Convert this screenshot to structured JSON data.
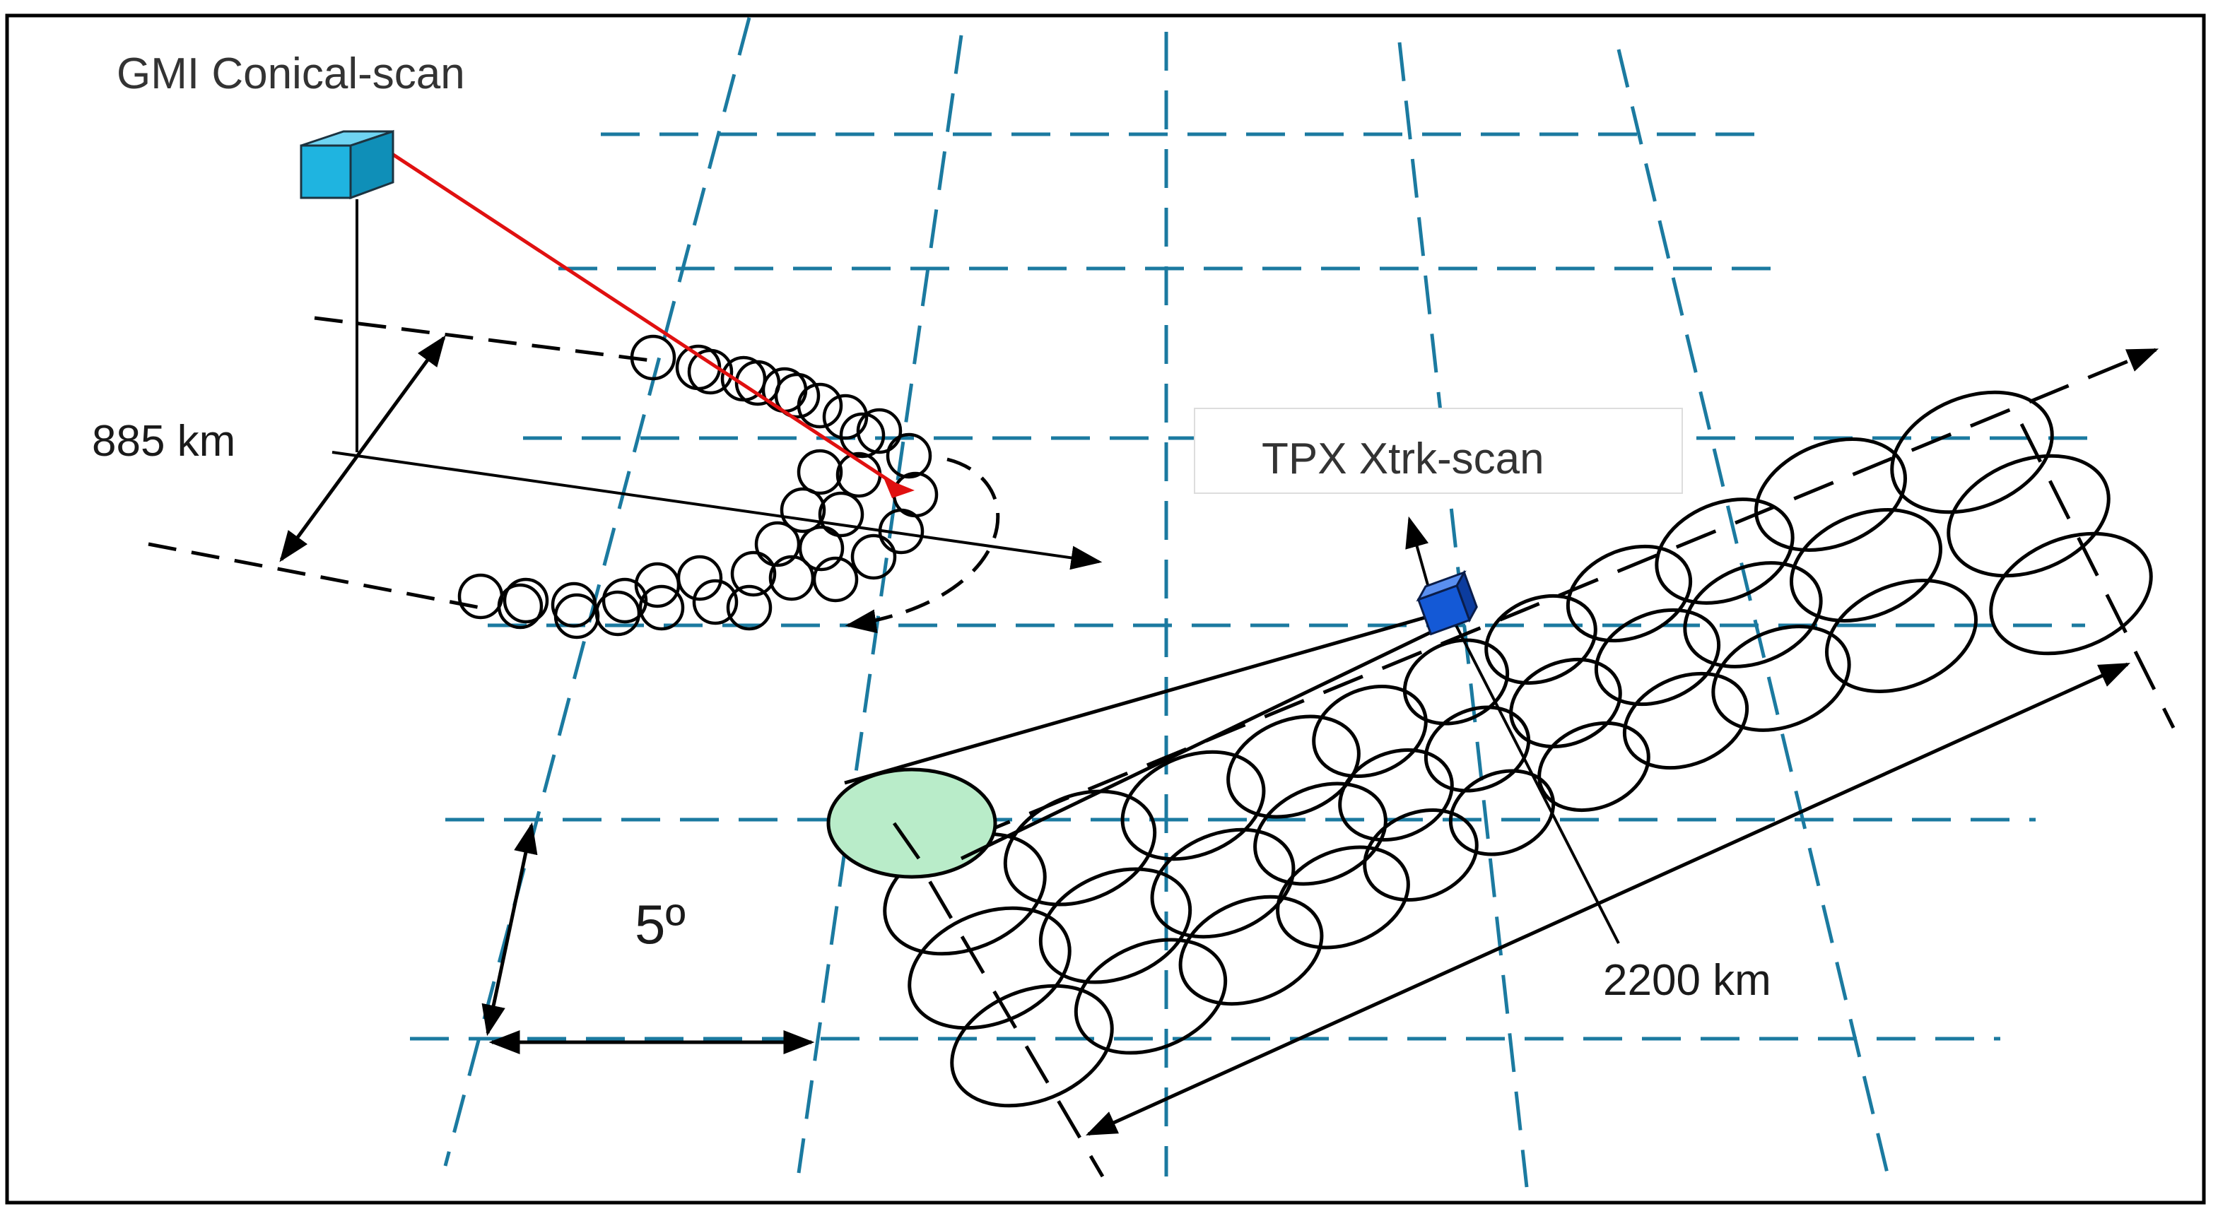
{
  "labels": {
    "gmi": "GMI Conical-scan",
    "tpx": "TPX Xtrk-scan",
    "width_885": "885 km",
    "grid_5deg": "5º",
    "width_2200": "2200 km"
  },
  "colors": {
    "grid": "#1b7aa0",
    "beam_red": "#e01010",
    "gmi_box": "#1fb4e0",
    "tpx_box": "#1459d6",
    "footprint_green": "#b9ecc9",
    "ink": "#000000"
  },
  "icons": {
    "gmi_instrument": "gmi-instrument-cube-icon",
    "tpx_instrument": "tpx-instrument-cube-icon"
  }
}
